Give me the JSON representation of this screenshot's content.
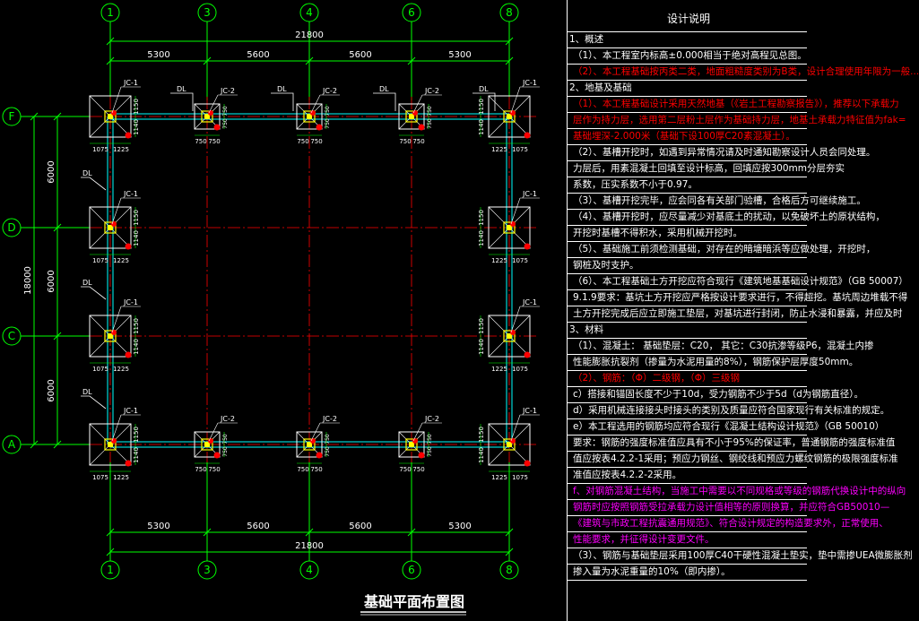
{
  "drawing": {
    "title": "基础平面布置图",
    "axes_x": [
      "1",
      "3",
      "4",
      "6",
      "8"
    ],
    "axes_y": [
      "F",
      "D",
      "C",
      "A"
    ],
    "overall_dim": "21800",
    "bay_dims_x": [
      "5300",
      "5600",
      "5600",
      "5300"
    ],
    "overall_dim_y": "18000",
    "bay_dims_y": [
      "6000",
      "6000",
      "6000"
    ],
    "footing_dims": {
      "corner_left": [
        "1075",
        "1225"
      ],
      "corner_right": [
        "1225",
        "1075"
      ],
      "small": [
        "750",
        "750"
      ],
      "side_a": "1150",
      "side_b": "1140",
      "small_side": "750"
    },
    "labels": {
      "jc1": "JC-1",
      "jc2": "JC-2",
      "beam": "DL"
    },
    "colors": {
      "axis_green": "#00ff00",
      "grid_red": "#ff0000",
      "beam_cyan": "#00ffff",
      "footing_white": "#ffffff",
      "notes_red": "#ff0000",
      "notes_magenta": "#ff00ff",
      "notes_white": "#ffffff"
    }
  },
  "notes": {
    "title": "设计说明",
    "lines": [
      {
        "text": "1、概述",
        "color": "#ffffff",
        "head": true
      },
      {
        "text": "（1）、本工程室内标高±0.000相当于绝对高程见总图。",
        "color": "#ffffff"
      },
      {
        "text": "（2）、本工程基础按丙类二类，地面粗糙度类别为B类，设计合理使用年限为一般...",
        "color": "#ff0000"
      },
      {
        "text": "2、地基及基础",
        "color": "#ffffff",
        "head": true
      },
      {
        "text": "（1）、本工程基础设计采用天然地基（《岩土工程勘察报告》），推荐以下承载力",
        "color": "#ff0000"
      },
      {
        "text": "层作为持力层，选用第二层粉土层作为基础持力层，地基土承载力特征值为fak=",
        "color": "#ff0000"
      },
      {
        "text": "基础埋深-2.000米（基础下设100厚C20素混凝土）。",
        "color": "#ff0000"
      },
      {
        "text": "（2）、基槽开挖时，如遇到异常情况请及时通知勘察设计人员会同处理。",
        "color": "#ffffff"
      },
      {
        "text": "力层后，用素混凝土回填至设计标高，回填应按300mm分层夯实",
        "color": "#ffffff"
      },
      {
        "text": "系数，压实系数不小于0.97。",
        "color": "#ffffff"
      },
      {
        "text": "（3）、基槽开挖完毕，应会同各有关部门验槽，合格后方可继续施工。",
        "color": "#ffffff"
      },
      {
        "text": "（4）、基槽开挖时，应尽量减少对基底土的扰动，以免破坏土的原状结构，",
        "color": "#ffffff"
      },
      {
        "text": "开挖时基槽不得积水，采用机械开挖时。",
        "color": "#ffffff"
      },
      {
        "text": "（5）、基础施工前须检测基础，对存在的暗塘暗浜等应做处理，开挖时，",
        "color": "#ffffff"
      },
      {
        "text": "钢桩及时支护。",
        "color": "#ffffff"
      },
      {
        "text": "（6）、本工程基础土方开挖应符合现行《建筑地基基础设计规范》（GB 50007）",
        "color": "#ffffff"
      },
      {
        "text": "9.1.9要求：基坑土方开挖应严格按设计要求进行，不得超挖。基坑周边堆载不得",
        "color": "#ffffff"
      },
      {
        "text": "土方开挖完成后应立即施工垫层，对基坑进行封闭，防止水浸和暴露，并应及时",
        "color": "#ffffff"
      },
      {
        "text": "3、材料",
        "color": "#ffffff",
        "head": true
      },
      {
        "text": "（1）、混凝土：  基础垫层：C20，  其它：C30抗渗等级P6，混凝土内掺",
        "color": "#ffffff"
      },
      {
        "text": "性能膨胀抗裂剂（掺量为水泥用量的8%），钢筋保护层厚度50mm。",
        "color": "#ffffff"
      },
      {
        "text": "（2）、钢筋：（Φ）二级钢，（Φ）三级钢",
        "color": "#ff0000"
      },
      {
        "text": "c）搭接和锚固长度不少于10d，受力钢筋不少于5d（d为钢筋直径）。",
        "color": "#ffffff"
      },
      {
        "text": "d）采用机械连接接头时接头的类别及质量应符合国家现行有关标准的规定。",
        "color": "#ffffff"
      },
      {
        "text": "e）本工程选用的钢筋均应符合现行《混凝土结构设计规范》（GB 50010）",
        "color": "#ffffff"
      },
      {
        "text": "要求：钢筋的强度标准值应具有不小于95%的保证率，普通钢筋的强度标准值",
        "color": "#ffffff"
      },
      {
        "text": "值应按表4.2.2-1采用；预应力钢丝、钢绞线和预应力螺纹钢筋的极限强度标准",
        "color": "#ffffff"
      },
      {
        "text": "准值应按表4.2.2-2采用。",
        "color": "#ffffff"
      },
      {
        "text": "f、对钢筋混凝土结构，当施工中需要以不同规格或等级的钢筋代换设计中的纵向",
        "color": "#ff00ff"
      },
      {
        "text": "钢筋时应按照钢筋受拉承载力设计值相等的原则换算，并应符合GB50010—",
        "color": "#ff00ff"
      },
      {
        "text": "《建筑与市政工程抗震通用规范》、符合设计规定的构造要求外，正常使用、",
        "color": "#ff00ff"
      },
      {
        "text": "性能要求，并征得设计变更文件。",
        "color": "#ff00ff"
      },
      {
        "text": "（3）、钢筋与基础垫层采用100厚C40干硬性混凝土垫实，垫中需掺UEA微膨胀剂",
        "color": "#ffffff"
      },
      {
        "text": "掺入量为水泥重量的10%（即内掺）。",
        "color": "#ffffff"
      }
    ]
  }
}
